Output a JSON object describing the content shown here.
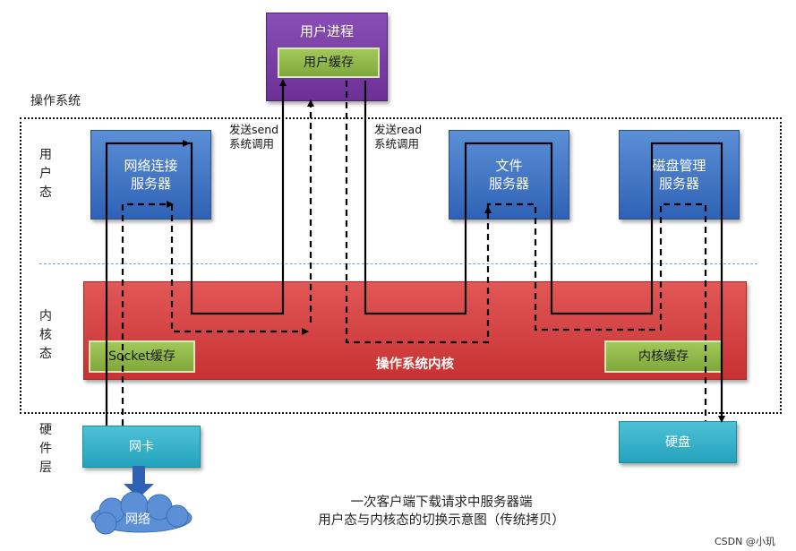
{
  "labels": {
    "os": "操作系统",
    "user_mode": [
      "用",
      "户",
      "态"
    ],
    "kernel_mode": [
      "内",
      "核",
      "态"
    ],
    "hardware": [
      "硬",
      "件",
      "层"
    ]
  },
  "boxes": {
    "user_process": "用户进程",
    "user_cache": "用户缓存",
    "net_server_line1": "网络连接",
    "net_server_line2": "服务器",
    "file_server_line1": "文件",
    "file_server_line2": "服务器",
    "disk_server_line1": "磁盘管理",
    "disk_server_line2": "服务器",
    "kernel": "操作系统内核",
    "socket_cache": "Socket缓存",
    "kernel_cache": "内核缓存",
    "nic": "网卡",
    "disk": "硬盘",
    "network": "网络"
  },
  "annotations": {
    "send_line1": "发送send",
    "send_line2": "系统调用",
    "read_line1": "发送read",
    "read_line2": "系统调用"
  },
  "caption": {
    "line1": "一次客户端下载请求中服务器端",
    "line2": "用户态与内核态的切换示意图（传统拷贝）"
  },
  "watermark": "CSDN @小玑"
}
